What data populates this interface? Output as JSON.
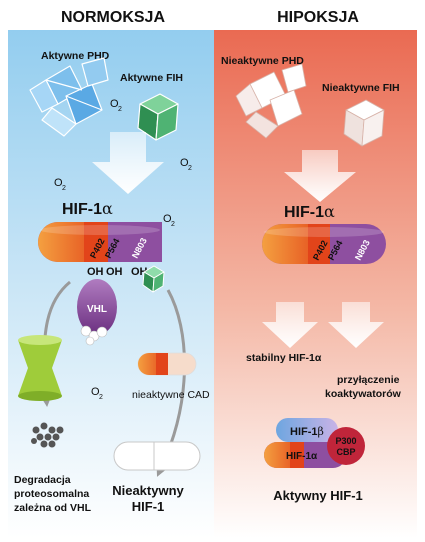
{
  "headers": {
    "normoxia": "NORMOKSJA",
    "hypoxia": "HIPOKSJA"
  },
  "normoxia": {
    "active_phd": "Aktywne PHD",
    "active_fih": "Aktywne FIH",
    "o2": "O",
    "o2_sub": "2",
    "hif_prefix": "HIF-1",
    "hif_alpha": "α",
    "p402": "P402",
    "p564": "P564",
    "n803": "N803",
    "oh": "OH",
    "vhl": "VHL",
    "inactive_cad": "nieaktywne CAD",
    "degradation_1": "Degradacja",
    "degradation_2": "proteosomalna",
    "degradation_3": "zależna od VHL",
    "inactive_hif_1": "Nieaktywny",
    "inactive_hif_2": "HIF-1"
  },
  "hypoxia": {
    "inactive_phd": "Nieaktywne PHD",
    "inactive_fih": "Nieaktywne FIH",
    "hif_prefix": "HIF-1",
    "hif_alpha": "α",
    "p402": "P402",
    "p564": "P564",
    "n803": "N803",
    "stable_hif": "stabilny HIF-1α",
    "coactivators_1": "przyłączenie",
    "coactivators_2": "koaktywatorów",
    "hif1b_prefix": "HIF-1",
    "hif1b_beta": "β",
    "hif1a_small": "HIF-1α",
    "p300": "P300",
    "cbp": "CBP",
    "active_hif": "Aktywny HIF-1"
  },
  "colors": {
    "normoxia_bg": "#bcdff3",
    "hypoxia_bg": "#ec7a64",
    "hif_orange": "#e85a1a",
    "hif_purple": "#8e4fa0",
    "vhl_purple": "#9b4ea8",
    "fih_green": "#3aa060",
    "phd_blue": "#8fc8ee",
    "proteasome_green": "#9fcc3a",
    "p300_red": "#c0253a"
  }
}
